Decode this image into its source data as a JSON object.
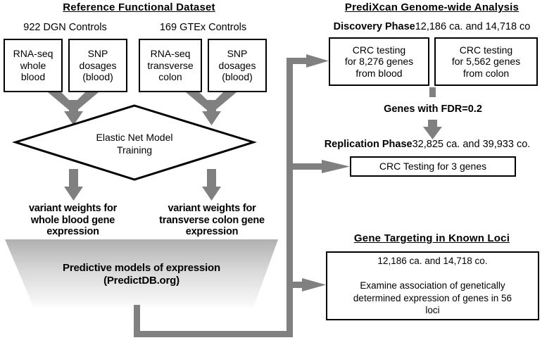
{
  "diagram": {
    "background": "#ffffff",
    "arrow_color": "#808080",
    "line_color": "#000000",
    "trapezoid_fill_top": "#b4b4b4",
    "trapezoid_fill_bottom": "#fbfbfb"
  },
  "left_panel": {
    "title": "Reference Functional Dataset",
    "cohorts": [
      {
        "label": "922 DGN Controls"
      },
      {
        "label": "169 GTEx Controls"
      }
    ],
    "source_boxes": [
      {
        "lines": [
          "RNA-seq",
          "whole",
          "blood"
        ]
      },
      {
        "lines": [
          "SNP",
          "dosages",
          "(blood)"
        ]
      },
      {
        "lines": [
          "RNA-seq",
          "transverse",
          "colon"
        ]
      },
      {
        "lines": [
          "SNP",
          "dosages",
          "(blood)"
        ]
      }
    ],
    "process": {
      "lines": [
        "Elastic Net Model",
        "Training"
      ]
    },
    "outputs": [
      {
        "lines": [
          "variant weights for",
          "whole blood gene",
          "expression"
        ]
      },
      {
        "lines": [
          "variant weights for",
          "transverse colon gene",
          "expression"
        ]
      }
    ],
    "repository": {
      "lines": [
        "Predictive models of expression",
        "(PredictDB.org)"
      ]
    }
  },
  "right_panel": {
    "title": "PrediXcan Genome-wide Analysis",
    "discovery": {
      "phase_label": "Discovery Phase",
      "sample_counts": "12,186 ca. and 14,718 co",
      "boxes": [
        {
          "lines": [
            "CRC testing",
            "for 8,276 genes",
            "from blood"
          ]
        },
        {
          "lines": [
            "CRC testing",
            "for 5,562 genes",
            "from colon"
          ]
        }
      ]
    },
    "filter_label": "Genes with FDR=0.2",
    "replication": {
      "phase_label": "Replication Phase",
      "sample_counts": "32,825 ca. and 39,933  co.",
      "box": {
        "lines": [
          "CRC Testing for 3 genes"
        ]
      }
    }
  },
  "bottom_panel": {
    "title": "Gene Targeting in Known Loci",
    "box": {
      "lines": [
        "12,186 ca. and 14,718 co.",
        "",
        "Examine association of genetically",
        "determined expression of genes in 56",
        "loci"
      ]
    }
  }
}
